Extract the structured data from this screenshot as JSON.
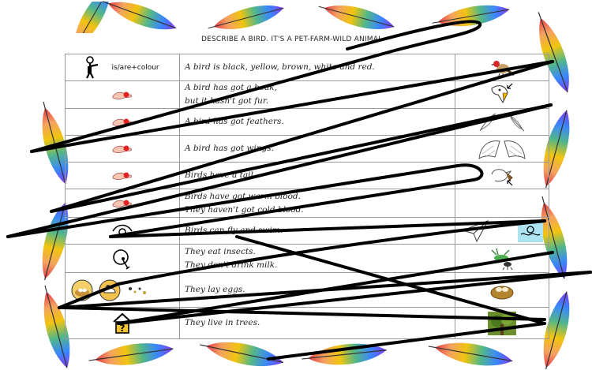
{
  "title": "DESCRIBE A BIRD. IT'S A PET-FARM-WILD ANIMAL",
  "rows": [
    {
      "symbol_label": "is/are+colour",
      "lines": [
        "A bird is black, yellow, brown, white and red."
      ],
      "icons": [
        "person-pointing-icon"
      ],
      "pictures": [
        "bird-picture"
      ]
    },
    {
      "symbol_label": "",
      "lines": [
        "A bird has got a beak,",
        "but it hasn't got fur."
      ],
      "icons": [
        "hand-holding-icon"
      ],
      "pictures": [
        "beak-picture"
      ]
    },
    {
      "symbol_label": "",
      "lines": [
        "A bird has got feathers."
      ],
      "icons": [
        "hand-holding-icon"
      ],
      "pictures": [
        "feathers-picture"
      ]
    },
    {
      "symbol_label": "",
      "lines": [
        "A bird has got wings."
      ],
      "icons": [
        "hand-holding-icon"
      ],
      "pictures": [
        "wings-picture"
      ]
    },
    {
      "symbol_label": "",
      "lines": [
        "Birds have a tail."
      ],
      "icons": [
        "hand-holding-icon"
      ],
      "pictures": [
        "tail-picture"
      ]
    },
    {
      "symbol_label": "",
      "lines": [
        "Birds have got warm blood.",
        "They haven't got cold blood."
      ],
      "icons": [
        "hand-holding-icon"
      ],
      "pictures": []
    },
    {
      "symbol_label": "",
      "lines": [
        "Birds can fly and swim."
      ],
      "icons": [
        "fly-swim-icon"
      ],
      "pictures": [
        "paper-plane-picture",
        "swimming-picture"
      ]
    },
    {
      "symbol_label": "",
      "lines": [
        "They eat insects.",
        "They don't drink milk."
      ],
      "icons": [
        "person-eating-icon"
      ],
      "pictures": [
        "insects-picture"
      ]
    },
    {
      "symbol_label": "",
      "lines": [
        "They lay eggs."
      ],
      "icons": [
        "nest-icon",
        "hatching-egg-icon",
        "dots-icon"
      ],
      "pictures": [
        "nest-picture"
      ]
    },
    {
      "symbol_label": "",
      "lines": [
        "They live in trees."
      ],
      "icons": [
        "house-question-icon"
      ],
      "pictures": [
        "tree-picture"
      ]
    }
  ]
}
